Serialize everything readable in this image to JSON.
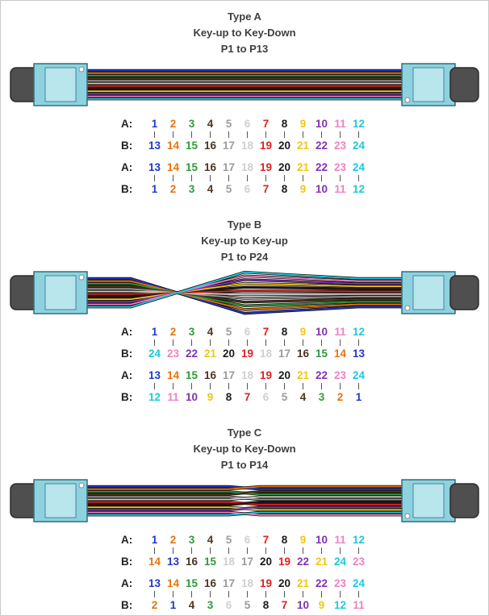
{
  "palette": {
    "fiber_colors": [
      "#2138c9",
      "#e8720f",
      "#2e9b3a",
      "#4a3520",
      "#9c9c9c",
      "#d0d0d0",
      "#e02020",
      "#1b1b1b",
      "#f0c713",
      "#8034b0",
      "#ef82c3",
      "#1fc8e0"
    ],
    "connector_body": "#8fd2df",
    "connector_body_border": "#2f6f7f",
    "connector_inner": "#b9e5ed",
    "connector_boot": "#4f4f4f",
    "title_color": "#3f3f3f"
  },
  "sections": [
    {
      "title": "Type A",
      "subtitle": "Key-up to Key-Down",
      "range_label": "P1 to P13",
      "cable_style": "straight",
      "tables": [
        {
          "row_a_label": "A:",
          "row_b_label": "B:",
          "row_a": [
            1,
            2,
            3,
            4,
            5,
            6,
            7,
            8,
            9,
            10,
            11,
            12
          ],
          "row_b": [
            13,
            14,
            15,
            16,
            17,
            18,
            19,
            20,
            21,
            22,
            23,
            24
          ]
        },
        {
          "row_a_label": "A:",
          "row_b_label": "B:",
          "row_a": [
            13,
            14,
            15,
            16,
            17,
            18,
            19,
            20,
            21,
            22,
            23,
            24
          ],
          "row_b": [
            1,
            2,
            3,
            4,
            5,
            6,
            7,
            8,
            9,
            10,
            11,
            12
          ]
        }
      ]
    },
    {
      "title": "Type B",
      "subtitle": "Key-up to Key-up",
      "range_label": "P1 to P24",
      "cable_style": "crossed",
      "tables": [
        {
          "row_a_label": "A:",
          "row_b_label": "B:",
          "row_a": [
            1,
            2,
            3,
            4,
            5,
            6,
            7,
            8,
            9,
            10,
            11,
            12
          ],
          "row_b": [
            24,
            23,
            22,
            21,
            20,
            19,
            18,
            17,
            16,
            15,
            14,
            13
          ]
        },
        {
          "row_a_label": "A:",
          "row_b_label": "B:",
          "row_a": [
            13,
            14,
            15,
            16,
            17,
            18,
            19,
            20,
            21,
            22,
            23,
            24
          ],
          "row_b": [
            12,
            11,
            10,
            9,
            8,
            7,
            6,
            5,
            4,
            3,
            2,
            1
          ]
        }
      ]
    },
    {
      "title": "Type C",
      "subtitle": "Key-up to Key-Down",
      "range_label": "P1 to P14",
      "cable_style": "pairs",
      "tables": [
        {
          "row_a_label": "A:",
          "row_b_label": "B:",
          "row_a": [
            1,
            2,
            3,
            4,
            5,
            6,
            7,
            8,
            9,
            10,
            11,
            12
          ],
          "row_b": [
            14,
            13,
            16,
            15,
            18,
            17,
            20,
            19,
            22,
            21,
            24,
            23
          ]
        },
        {
          "row_a_label": "A:",
          "row_b_label": "B:",
          "row_a": [
            13,
            14,
            15,
            16,
            17,
            18,
            19,
            20,
            21,
            22,
            23,
            24
          ],
          "row_b": [
            2,
            1,
            4,
            3,
            6,
            5,
            8,
            7,
            10,
            9,
            12,
            11
          ]
        }
      ]
    }
  ]
}
